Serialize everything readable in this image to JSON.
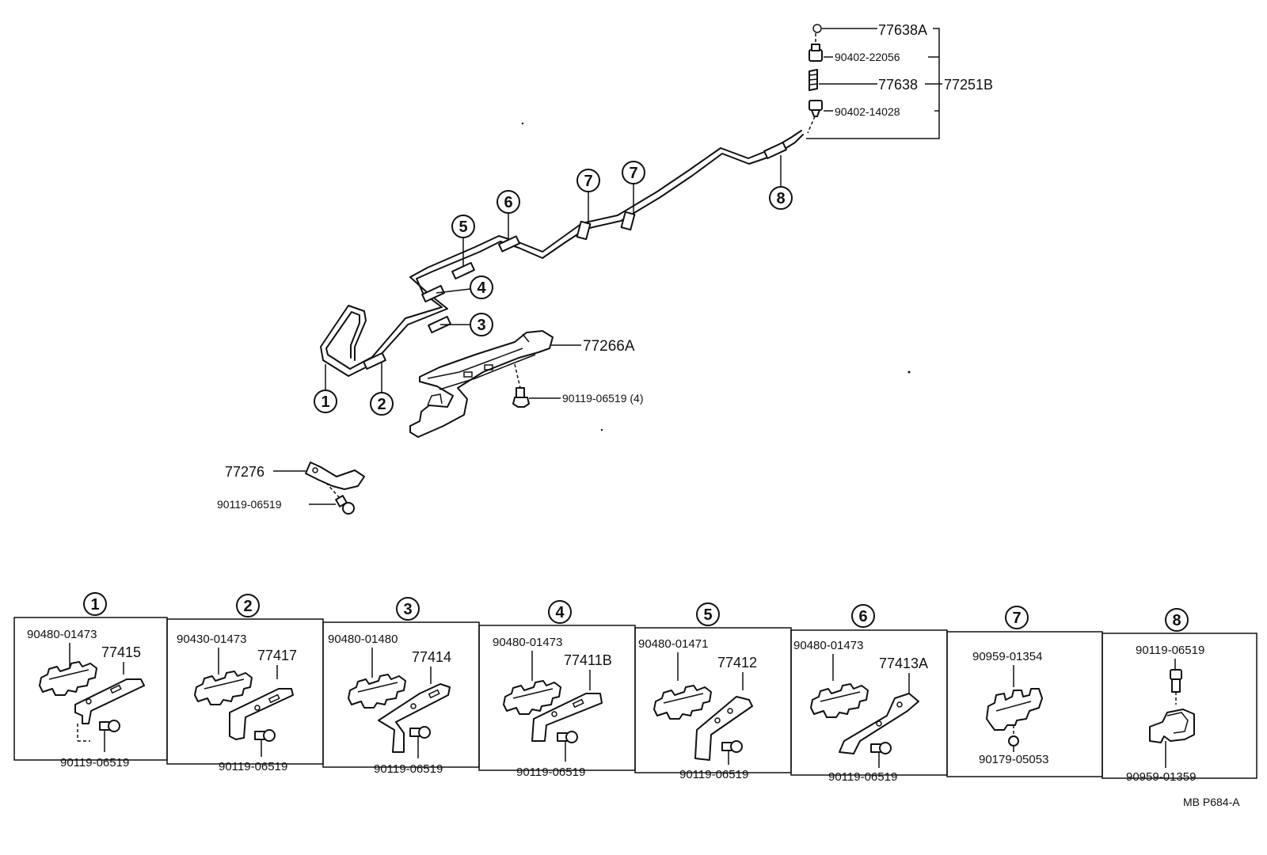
{
  "labels": {
    "p77638A": "77638A",
    "p90402_22056": "90402-22056",
    "p77638": "77638",
    "p77251B": "77251B",
    "p90402_14028": "90402-14028",
    "p77266A": "77266A",
    "p90119_4": "90119-06519 (4)",
    "p77276": "77276",
    "p90119": "90119-06519"
  },
  "callouts": [
    "1",
    "2",
    "3",
    "4",
    "5",
    "6",
    "7",
    "7",
    "8"
  ],
  "table": {
    "cells": [
      {
        "num": "1",
        "clamp": "90480-01473",
        "bracket": "77415",
        "bolt": "90119-06519"
      },
      {
        "num": "2",
        "clamp": "90430-01473",
        "bracket": "77417",
        "bolt": "90119-06519"
      },
      {
        "num": "3",
        "clamp": "90480-01480",
        "bracket": "77414",
        "bolt": "90119-06519"
      },
      {
        "num": "4",
        "clamp": "90480-01473",
        "bracket": "77411B",
        "bolt": "90119-06519"
      },
      {
        "num": "5",
        "clamp": "90480-01471",
        "bracket": "77412",
        "bolt": "90119-06519"
      },
      {
        "num": "6",
        "clamp": "90480-01473",
        "bracket": "77413A",
        "bolt": "90119-06519"
      },
      {
        "num": "7",
        "clamp": "90959-01354",
        "bracket": "",
        "bolt": "90179-05053"
      },
      {
        "num": "8",
        "clamp": "90119-06519",
        "bracket": "",
        "bolt": "90959-01359"
      }
    ]
  },
  "footer_code": "MB P684-A"
}
